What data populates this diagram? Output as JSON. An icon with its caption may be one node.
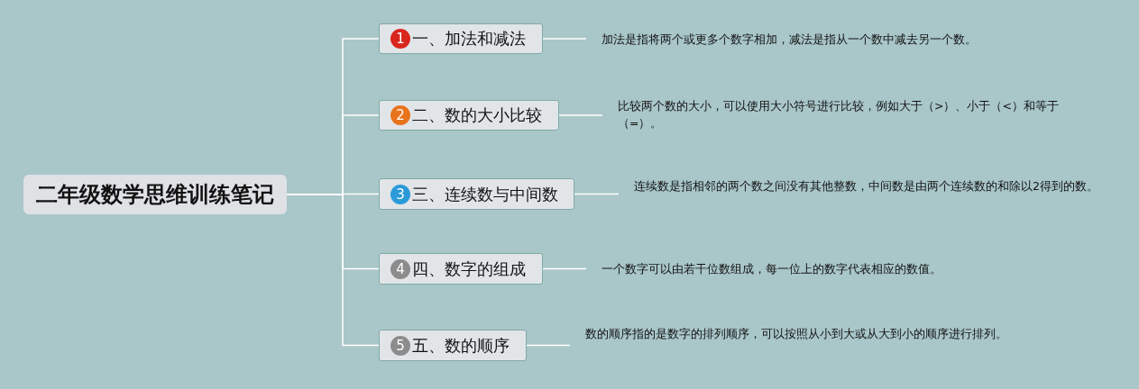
{
  "diagram": {
    "nodes": [
      {
        "text": [
          "二年级数学思维训练笔记"
        ]
      },
      {
        "text": [
          "1",
          "一、加法和减法"
        ]
      },
      {
        "text": [
          "2",
          "二、数的大小比较"
        ]
      },
      {
        "text": [
          "3",
          "三、连续数与中间数"
        ]
      },
      {
        "text": [
          "4",
          "四、数字的组成"
        ]
      },
      {
        "text": [
          "5",
          "五、数的顺序"
        ]
      },
      {
        "text": [
          "加法是指将两个或更多个数字相加，减法是指从一个数中减去另一个数。"
        ]
      },
      {
        "text": [
          "比较两个数的大小，可以使用大小符号进行比较，例如大于（>）、小于（<）和等于（=）。"
        ]
      },
      {
        "text": [
          "连续数是指相邻的两个数之间没有其他整数，中间数是由两个连续数的和除以2得到的数。"
        ]
      },
      {
        "text": [
          "一个数字可以由若干位数组成，每一位上的数字代表相应的数值。"
        ]
      },
      {
        "text": [
          "数的顺序指的是数字的排列顺序，可以按照从小到大或从大到小的顺序进行排列。"
        ]
      }
    ],
    "edges": [
      {
        "from": 0,
        "to": 1,
        "arrow": "none"
      },
      {
        "from": 0,
        "to": 2,
        "arrow": "none"
      },
      {
        "from": 0,
        "to": 3,
        "arrow": "none"
      },
      {
        "from": 0,
        "to": 4,
        "arrow": "none"
      },
      {
        "from": 0,
        "to": 5,
        "arrow": "none"
      },
      {
        "from": 1,
        "to": 6,
        "arrow": "none"
      },
      {
        "from": 2,
        "to": 7,
        "arrow": "none"
      },
      {
        "from": 3,
        "to": 8,
        "arrow": "none"
      },
      {
        "from": 4,
        "to": 9,
        "arrow": "none"
      },
      {
        "from": 5,
        "to": 10,
        "arrow": "none"
      }
    ]
  }
}
